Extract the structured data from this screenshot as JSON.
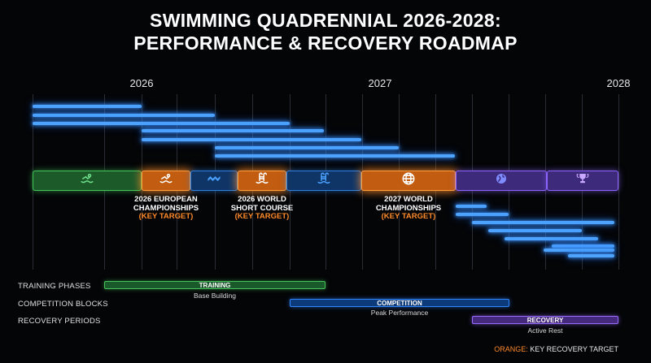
{
  "title": {
    "line1": "SWIMMING QUADRENNIAL 2026-2028:",
    "line2": "PERFORMANCE & RECOVERY ROADMAP"
  },
  "years": [
    "2026",
    "2027",
    "2028"
  ],
  "timeline_segments": [
    {
      "color": "green",
      "icon": "swimmer-icon"
    },
    {
      "color": "orange",
      "icon": "swimmer-icon",
      "key_target": true
    },
    {
      "color": "blue",
      "icon": "waves-icon"
    },
    {
      "color": "orange",
      "icon": "pool-ladder-icon",
      "key_target": true
    },
    {
      "color": "blue",
      "icon": "pool-ladder-icon"
    },
    {
      "color": "orange",
      "icon": "globe-icon",
      "key_target": true
    },
    {
      "color": "purple",
      "icon": "globe-icon"
    },
    {
      "color": "purple",
      "icon": "trophy-icon"
    }
  ],
  "events": [
    {
      "line1": "2026 EUROPEAN",
      "line2": "CHAMPIONSHIPS",
      "tag": "(KEY TARGET)"
    },
    {
      "line1": "2026 WORLD",
      "line2": "SHORT COURSE",
      "tag": "(KEY TARGET)"
    },
    {
      "line1": "2027 WORLD",
      "line2": "CHAMPIONSHIPS",
      "tag": "(KEY TARGET)"
    }
  ],
  "legend": {
    "rows": [
      {
        "label": "TRAINING PHASES",
        "phase": "TRAINING",
        "sub": "Base Building"
      },
      {
        "label": "COMPETITION BLOCKS",
        "phase": "COMPETITION",
        "sub": "Peak Performance"
      },
      {
        "label": "RECOVERY PERIODS",
        "phase": "RECOVERY",
        "sub": "Active Rest"
      }
    ],
    "note_key": "ORANGE:",
    "note_text": " KEY RECOVERY TARGET"
  },
  "colors": {
    "background": "#040507",
    "training": "#43c45c",
    "key_target": "#ff8a2a",
    "competition": "#2f7fe0",
    "recovery": "#8d64ff"
  }
}
